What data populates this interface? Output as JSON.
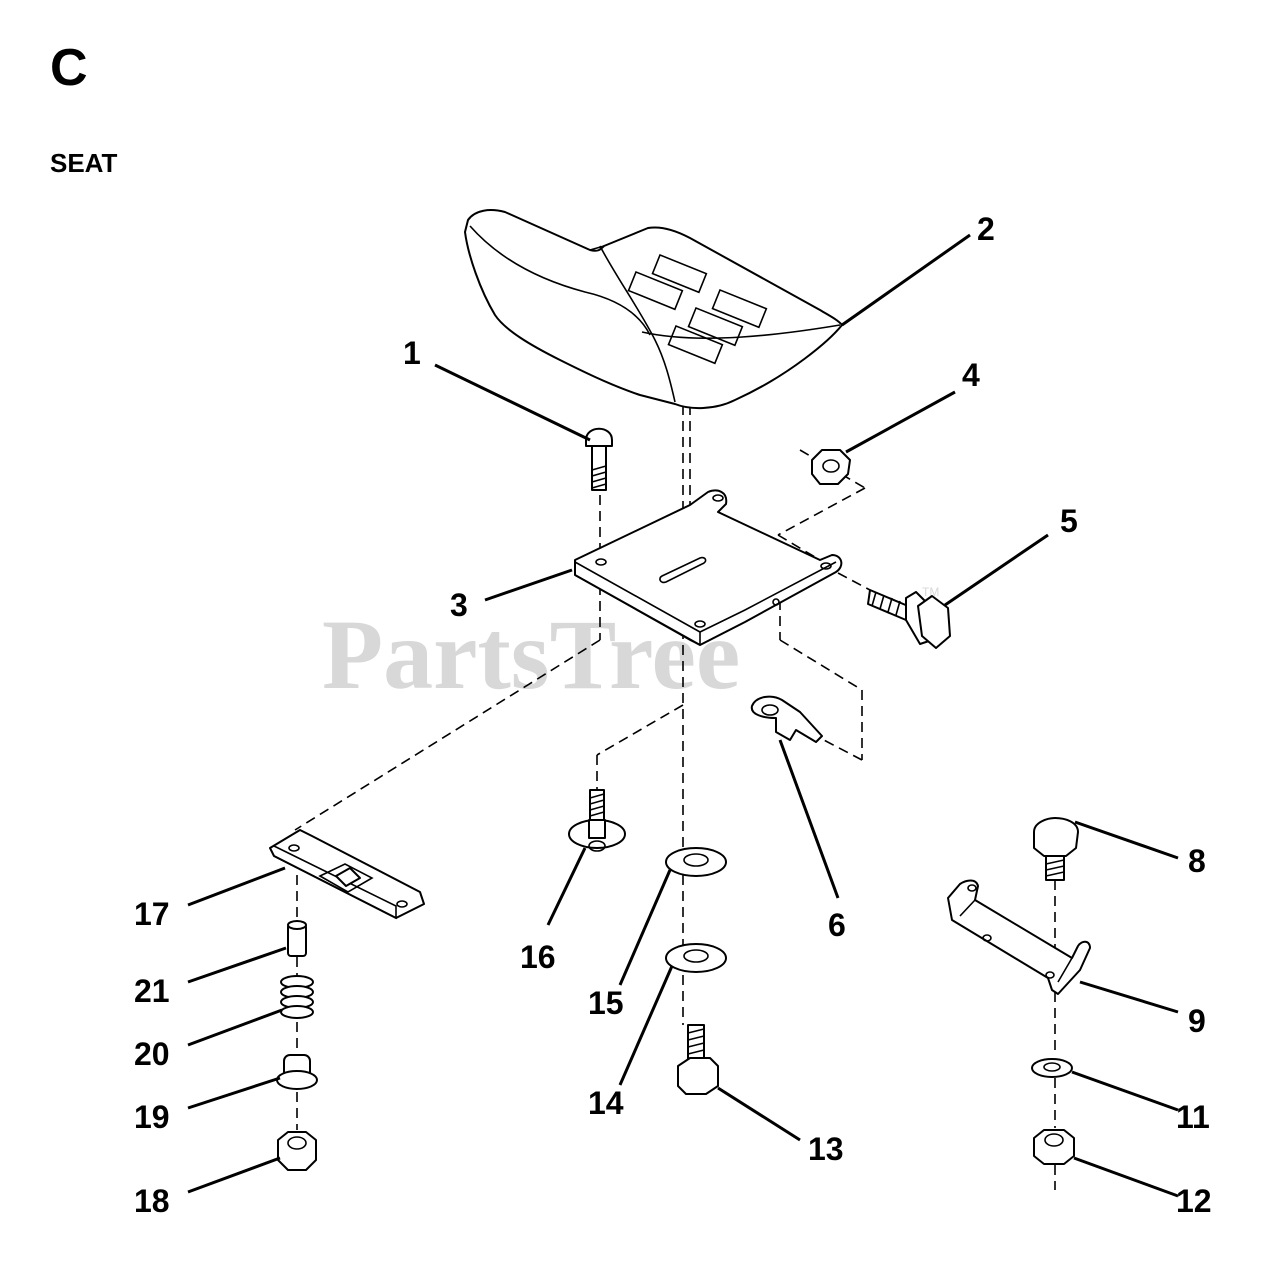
{
  "header": {
    "letter": "C",
    "title": "SEAT"
  },
  "watermark": {
    "text": "PartsTree",
    "mark": "TM"
  },
  "callouts": [
    {
      "id": "1",
      "label": "1"
    },
    {
      "id": "2",
      "label": "2"
    },
    {
      "id": "3",
      "label": "3"
    },
    {
      "id": "4",
      "label": "4"
    },
    {
      "id": "5",
      "label": "5"
    },
    {
      "id": "6",
      "label": "6"
    },
    {
      "id": "8",
      "label": "8"
    },
    {
      "id": "9",
      "label": "9"
    },
    {
      "id": "11",
      "label": "11"
    },
    {
      "id": "12",
      "label": "12"
    },
    {
      "id": "13",
      "label": "13"
    },
    {
      "id": "14",
      "label": "14"
    },
    {
      "id": "15",
      "label": "15"
    },
    {
      "id": "16",
      "label": "16"
    },
    {
      "id": "17",
      "label": "17"
    },
    {
      "id": "18",
      "label": "18"
    },
    {
      "id": "19",
      "label": "19"
    },
    {
      "id": "20",
      "label": "20"
    },
    {
      "id": "21",
      "label": "21"
    }
  ]
}
